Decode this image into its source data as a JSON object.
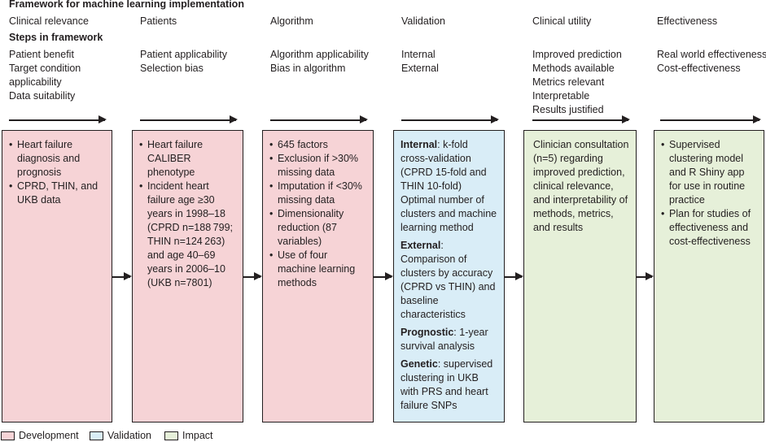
{
  "title": "Framework for machine learning implementation",
  "steps_label": "Steps in framework",
  "columns": [
    {
      "head": "Clinical relevance",
      "items": [
        "Patient benefit",
        "Target condition",
        "applicability",
        "Data suitability"
      ]
    },
    {
      "head": "Patients",
      "items": [
        "Patient applicability",
        "Selection bias"
      ]
    },
    {
      "head": "Algorithm",
      "items": [
        "Algorithm applicability",
        "Bias in algorithm"
      ]
    },
    {
      "head": "Validation",
      "items": [
        "Internal",
        "External"
      ]
    },
    {
      "head": "Clinical utility",
      "items": [
        "Improved prediction",
        "Methods available",
        "Metrics relevant",
        "Interpretable",
        "Results justified"
      ]
    },
    {
      "head": "Effectiveness",
      "items": [
        "Real world effectiveness",
        "Cost-effectiveness"
      ]
    }
  ],
  "boxes": {
    "clinical": [
      "Heart failure diagnosis and prognosis",
      "CPRD, THIN, and UKB data"
    ],
    "patients": [
      "Heart failure CALIBER phenotype",
      "Incident heart failure age ≥30 years in 1998–18 (CPRD n=188 799; THIN n=124 263) and age 40–69 years in 2006–10 (UKB n=7801)"
    ],
    "algorithm": [
      "645 factors",
      "Exclusion if >30% missing data",
      "Imputation if <30% missing data",
      "Dimensionality reduction (87 variables)",
      "Use of four machine learning methods"
    ],
    "validation": {
      "internal_label": "Internal",
      "internal_text": ": k-fold cross-validation (CPRD 15-fold and THIN 10-fold) Optimal number of clusters and machine learning method",
      "external_label": "External",
      "external_text": ": Comparison of clusters by accuracy (CPRD vs THIN) and baseline characteristics",
      "prognostic_label": "Prognostic",
      "prognostic_text": ": 1-year survival analysis",
      "genetic_label": "Genetic",
      "genetic_text": ": supervised clustering in UKB with PRS and heart failure SNPs"
    },
    "utility": "Clinician consultation (n=5) regarding improved prediction, clinical relevance, and interpretability of methods, metrics, and results",
    "effectiveness": [
      "Supervised clustering model and R Shiny app for use in routine practice",
      "Plan for studies of effectiveness and cost-effectiveness"
    ]
  },
  "legend": [
    {
      "label": "Development",
      "color": "#f6d3d6"
    },
    {
      "label": "Validation",
      "color": "#d9edf7"
    },
    {
      "label": "Impact",
      "color": "#e6f0d9"
    }
  ]
}
